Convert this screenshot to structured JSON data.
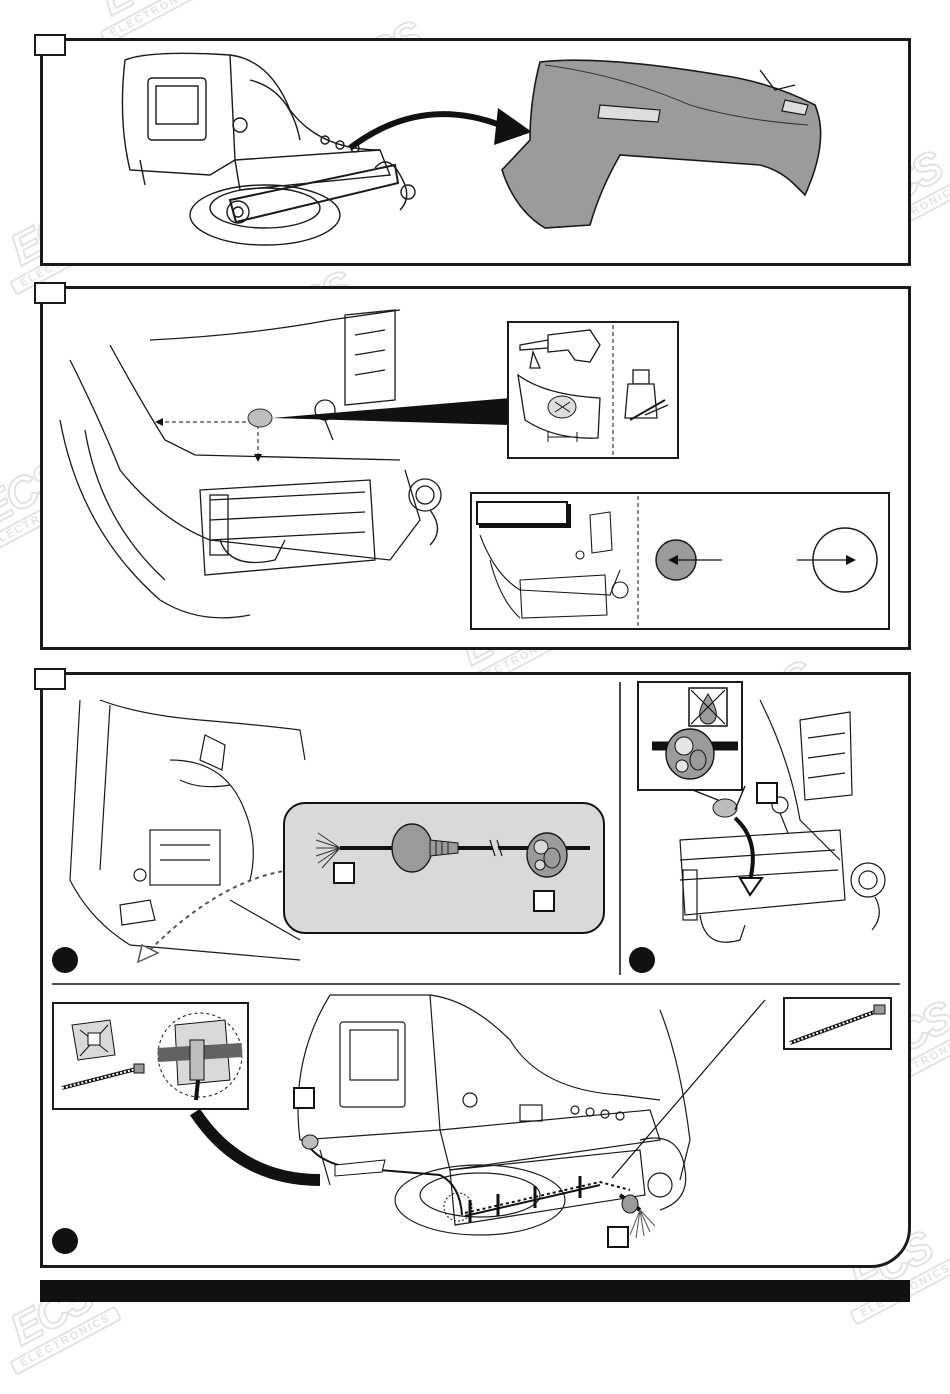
{
  "document": {
    "brand": "ECS",
    "brand_sub": "ELECTRONICS"
  },
  "steps": [
    {
      "id": 1,
      "label": ""
    },
    {
      "id": 2,
      "label": ""
    },
    {
      "id": 3,
      "label": ""
    }
  ],
  "colors": {
    "line": "#1a1a1a",
    "bumper_fill": "#9b9b9b",
    "connector_panel": "#d9d9d9",
    "marker_fill": "#bdbdbd",
    "footer": "#111111"
  },
  "icons": [
    "drill-icon",
    "primer-bottle-icon",
    "no-grease-icon",
    "cable-tie-icon",
    "tie-base-icon",
    "arrow-icon"
  ]
}
